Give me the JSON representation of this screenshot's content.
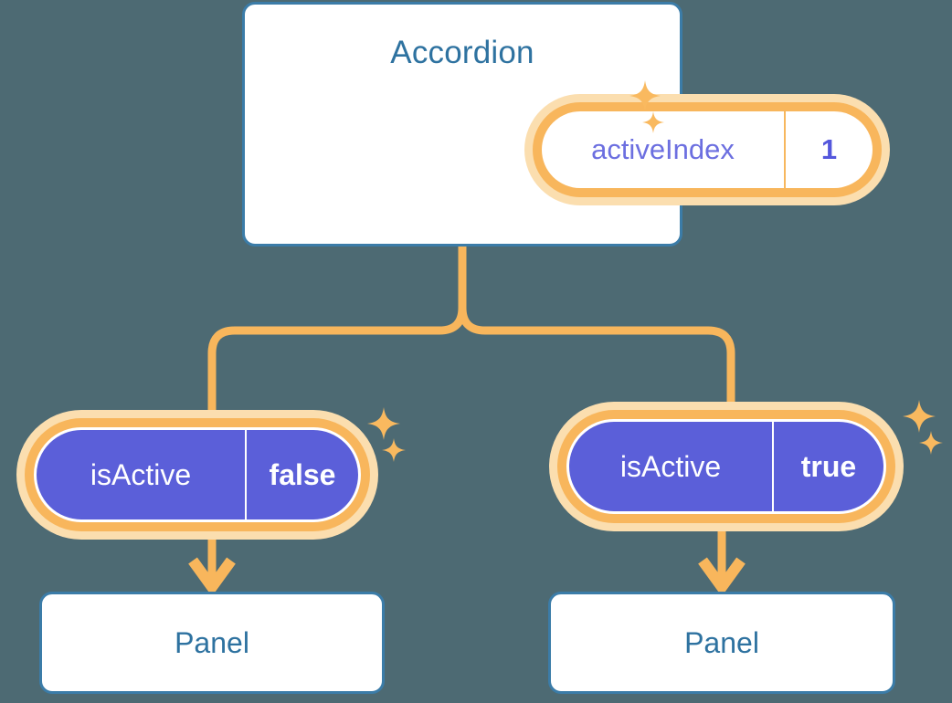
{
  "diagram": {
    "title_visible": false,
    "background_color": "#4D6A73",
    "accent_colors": {
      "card_border": "#3B7CA8",
      "card_title_text": "#2E72A0",
      "pill_ring": "#F8B65C",
      "pill_glow": "#FBDEAF",
      "pill_solid_fill": "#5B5FD9",
      "pill_key_text_light": "#6C6FE0",
      "pill_value_text_light": "#5457DC",
      "connector": "#F8B65C"
    }
  },
  "accordion": {
    "title": "Accordion",
    "state_pill": {
      "key": "activeIndex",
      "value": "1"
    }
  },
  "children": [
    {
      "state_pill": {
        "key": "isActive",
        "value": "false"
      },
      "panel": {
        "title": "Panel"
      }
    },
    {
      "state_pill": {
        "key": "isActive",
        "value": "true"
      },
      "panel": {
        "title": "Panel"
      }
    }
  ],
  "icons": {
    "sparkle_large": "sparkle-icon",
    "sparkle_small": "sparkle-small-icon",
    "arrow_down": "arrow-down-icon"
  }
}
